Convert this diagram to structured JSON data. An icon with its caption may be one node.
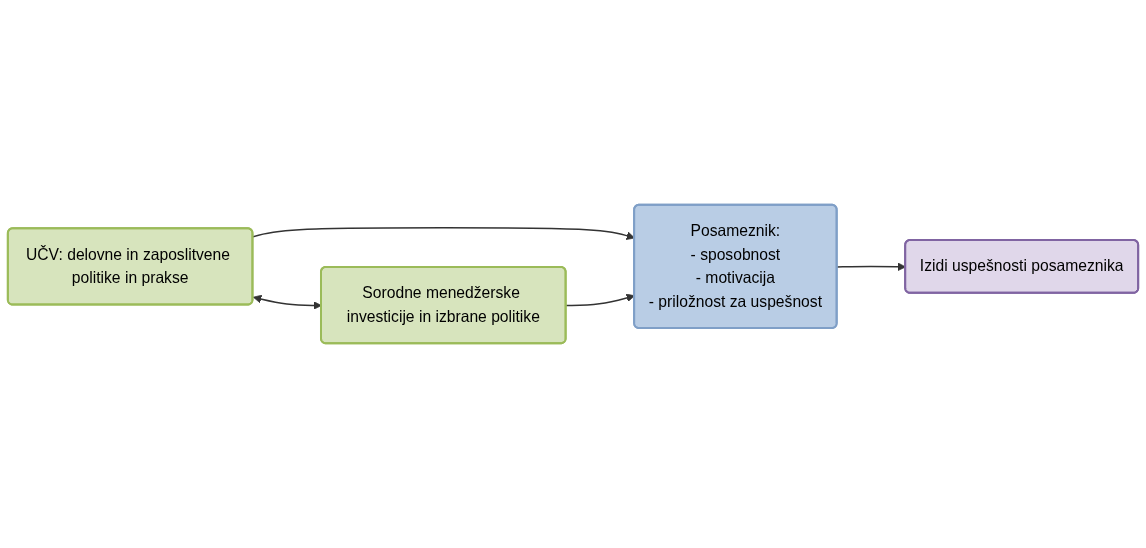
{
  "diagram": {
    "nodes": [
      {
        "text": [
          "UČV: delovne in zaposlitvene politike in prakse"
        ]
      },
      {
        "text": [
          "Sorodne menedžerske investicije in izbrane politike"
        ]
      },
      {
        "text": [
          "Posameznik:",
          "- sposobnost",
          "- motivacija",
          "- priložnost za uspešnost"
        ]
      },
      {
        "text": [
          "Izidi uspešnosti posameznika"
        ]
      }
    ],
    "edges": [
      {
        "from": 0,
        "to": 2,
        "arrow": "to"
      },
      {
        "from": 1,
        "to": 2,
        "arrow": "to"
      },
      {
        "from": 0,
        "to": 1,
        "arrow": "both"
      },
      {
        "from": 2,
        "to": 3,
        "arrow": "to"
      }
    ]
  }
}
